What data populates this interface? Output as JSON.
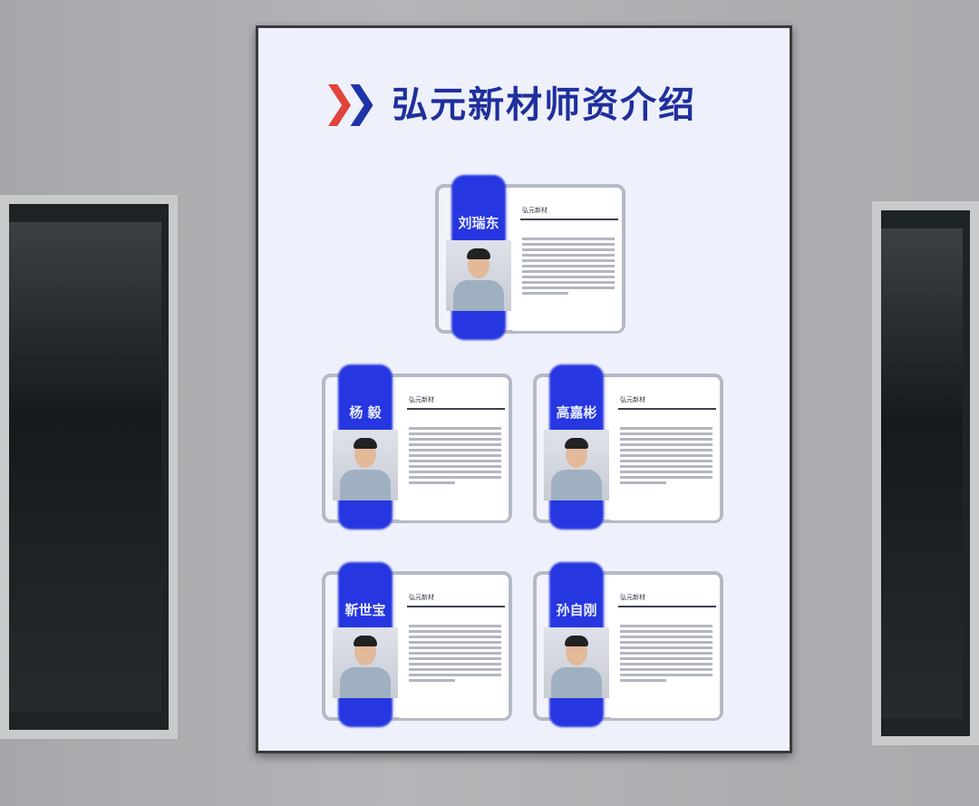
{
  "poster": {
    "title": "弘元新材师资介绍",
    "accent_colors": {
      "chevron_red": "#e0453c",
      "chevron_blue": "#1f33a8",
      "tab_blue": "#2636e0"
    }
  },
  "cards": [
    {
      "name": "刘瑞东",
      "brand": "弘元新材"
    },
    {
      "name": "杨 毅",
      "brand": "弘元新材"
    },
    {
      "name": "高嘉彬",
      "brand": "弘元新材"
    },
    {
      "name": "靳世宝",
      "brand": "弘元新材"
    },
    {
      "name": "孙自刚",
      "brand": "弘元新材"
    }
  ]
}
